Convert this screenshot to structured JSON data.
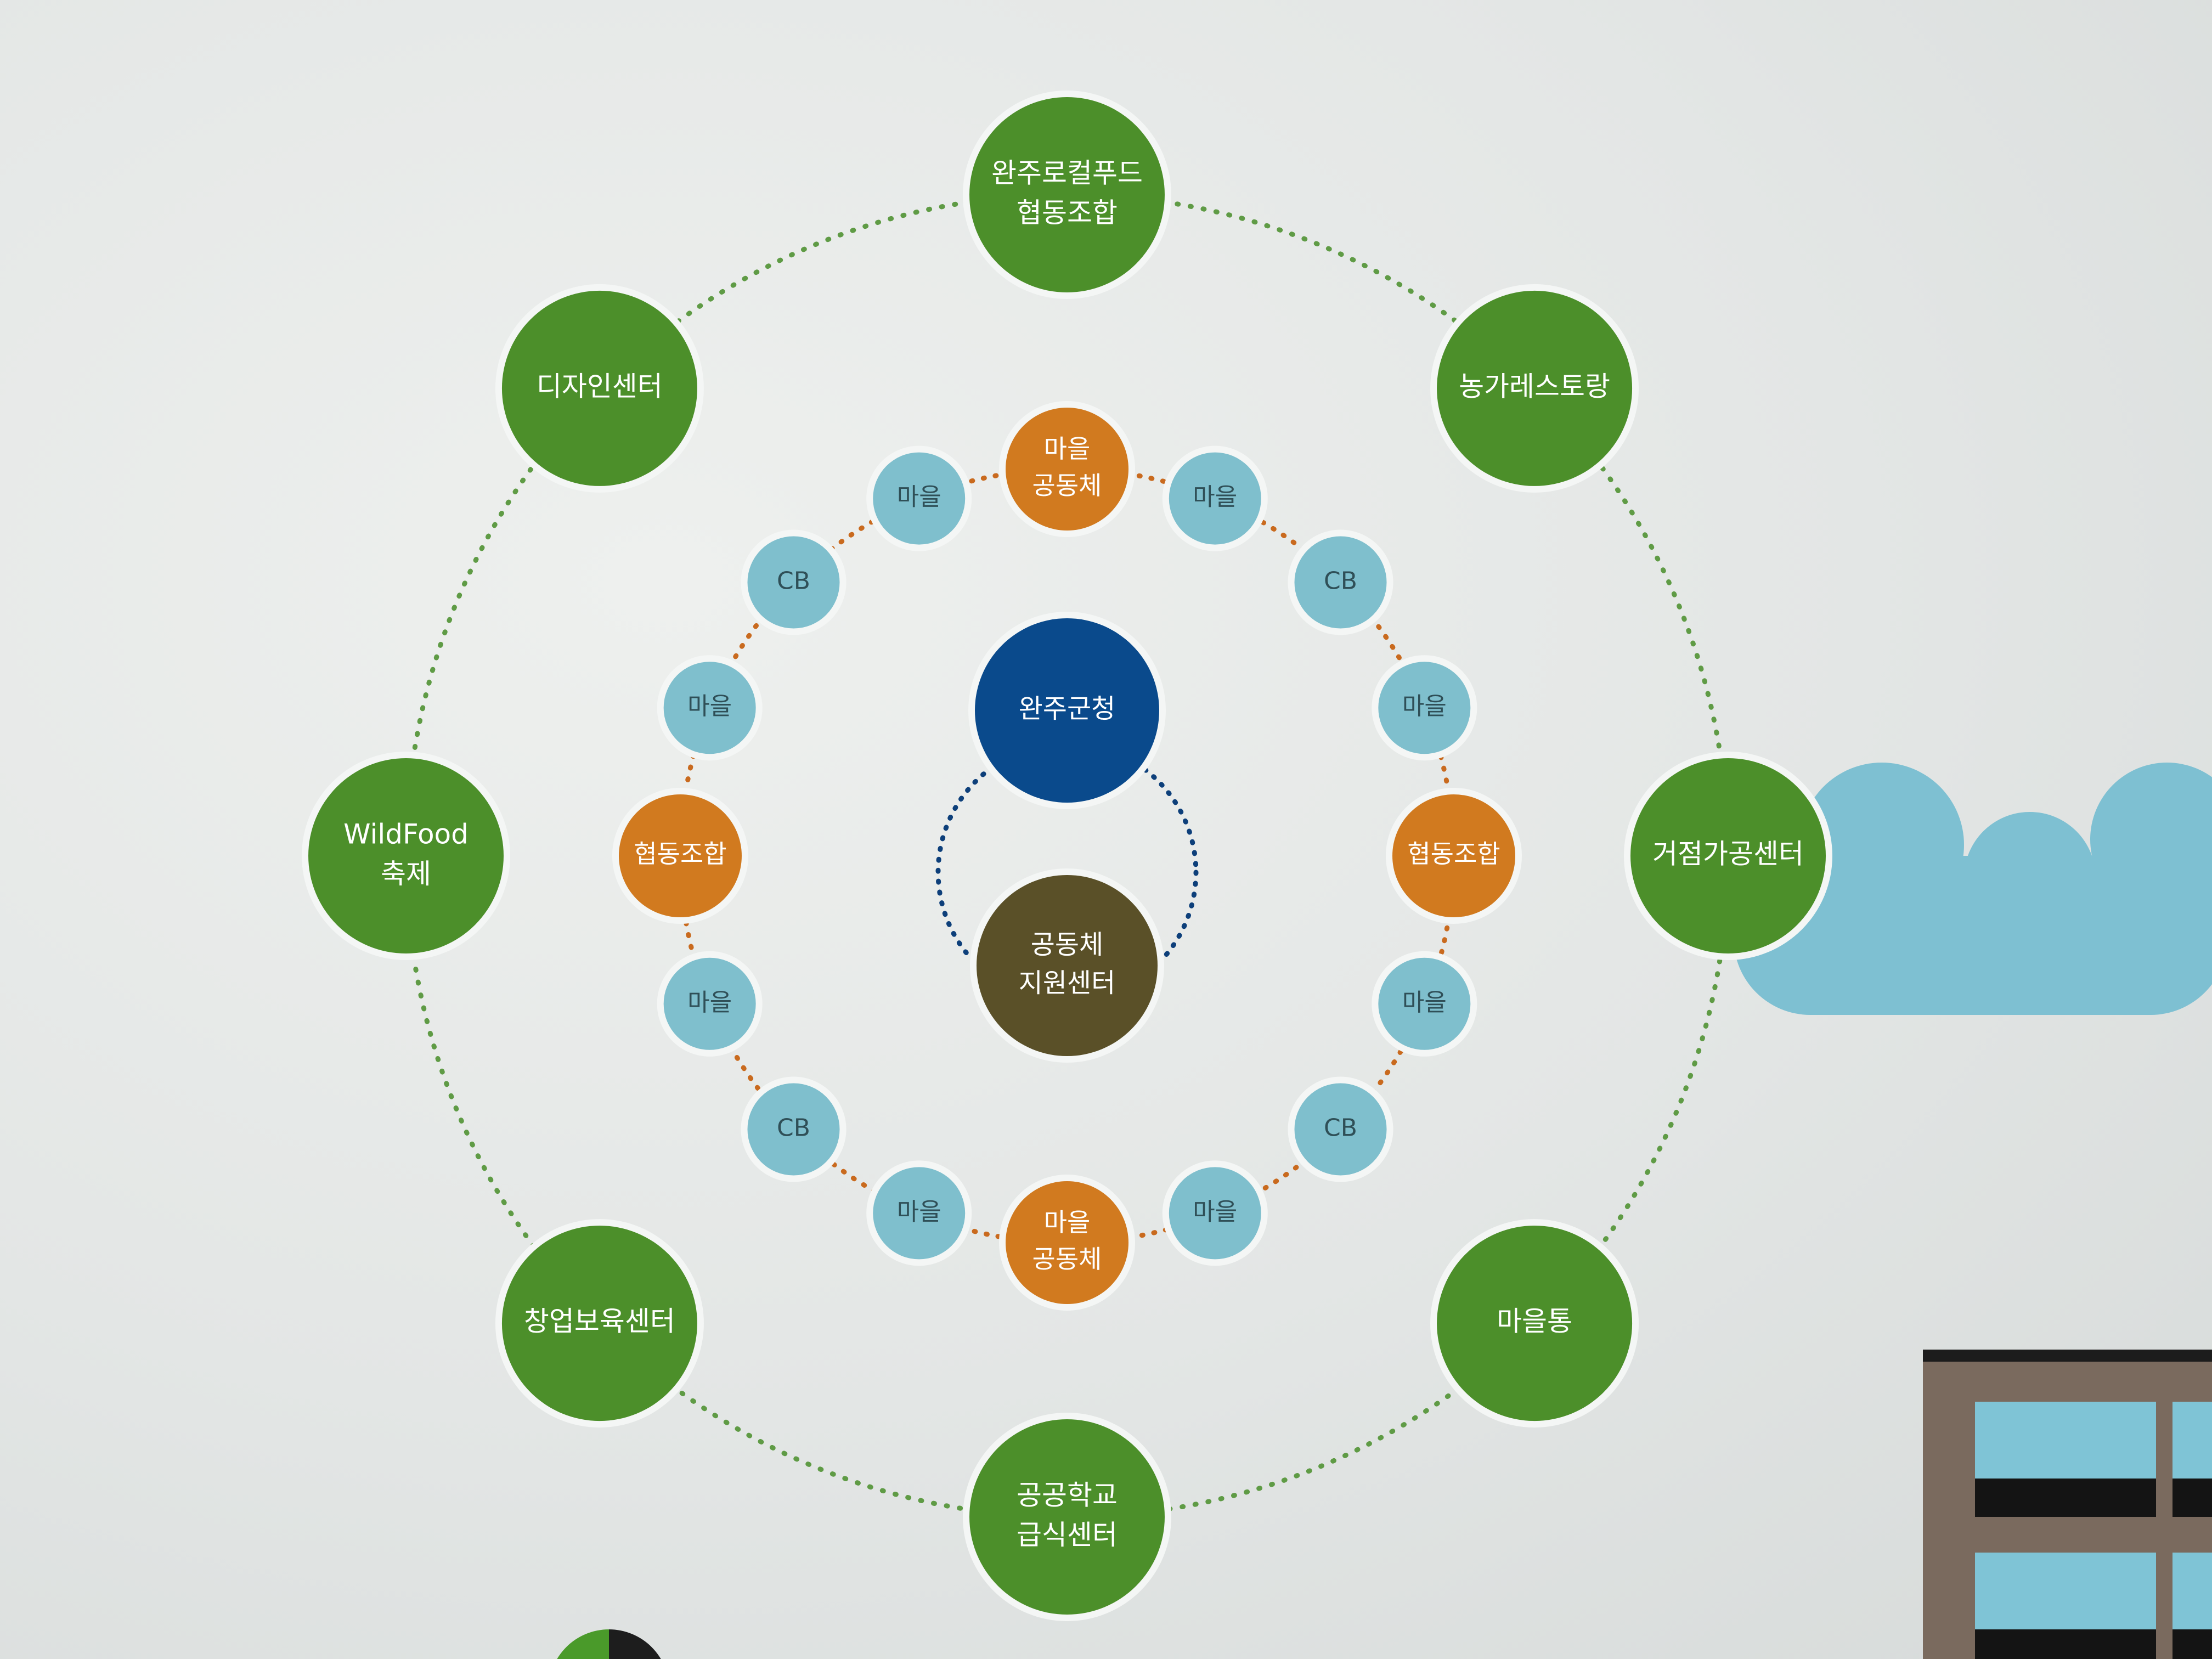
{
  "colors": {
    "outer_node": "#4c8f2a",
    "village": "#7fbfcd",
    "community": "#d17a1f",
    "county": "#0a4a8c",
    "support_center": "#5a5028",
    "outer_ring": "#5f9b45",
    "inner_ring": "#c96a1e",
    "center_ring": "#0d3f7a",
    "cloud": "#7ec0d2",
    "building": "#7a6a5e",
    "window": "#7fc4d6"
  },
  "center": {
    "top": {
      "lines": [
        "완주군청"
      ],
      "icon": ""
    },
    "bottom": {
      "lines": [
        "공동체",
        "지원센터"
      ]
    }
  },
  "outer_nodes": [
    {
      "id": "local-food-coop",
      "lines": [
        "완주로컬푸드",
        "협동조합"
      ]
    },
    {
      "id": "farm-restaurant",
      "lines": [
        "농가레스토랑"
      ]
    },
    {
      "id": "processing-center",
      "lines": [
        "거점가공센터"
      ]
    },
    {
      "id": "maeul-tong",
      "lines": [
        "마을통"
      ]
    },
    {
      "id": "school-meal-center",
      "lines": [
        "공공학교",
        "급식센터"
      ]
    },
    {
      "id": "startup-center",
      "lines": [
        "창업보육센터"
      ]
    },
    {
      "id": "wildfood-festival",
      "lines": [
        "WildFood",
        "축제"
      ]
    },
    {
      "id": "design-center",
      "lines": [
        "디자인센터"
      ]
    }
  ],
  "inner_nodes": [
    {
      "kind": "community",
      "lines": [
        "마을",
        "공동체"
      ]
    },
    {
      "kind": "village",
      "lines": [
        "마을"
      ]
    },
    {
      "kind": "village",
      "lines": [
        "CB"
      ]
    },
    {
      "kind": "village",
      "lines": [
        "마을"
      ]
    },
    {
      "kind": "community",
      "lines": [
        "협동조합"
      ]
    },
    {
      "kind": "village",
      "lines": [
        "마을"
      ]
    },
    {
      "kind": "village",
      "lines": [
        "CB"
      ]
    },
    {
      "kind": "village",
      "lines": [
        "마을"
      ]
    },
    {
      "kind": "community",
      "lines": [
        "마을",
        "공동체"
      ]
    },
    {
      "kind": "village",
      "lines": [
        "마을"
      ]
    },
    {
      "kind": "village",
      "lines": [
        "CB"
      ]
    },
    {
      "kind": "village",
      "lines": [
        "마을"
      ]
    },
    {
      "kind": "community",
      "lines": [
        "협동조합"
      ]
    },
    {
      "kind": "village",
      "lines": [
        "마을"
      ]
    },
    {
      "kind": "village",
      "lines": [
        "CB"
      ]
    },
    {
      "kind": "village",
      "lines": [
        "마을"
      ]
    }
  ]
}
